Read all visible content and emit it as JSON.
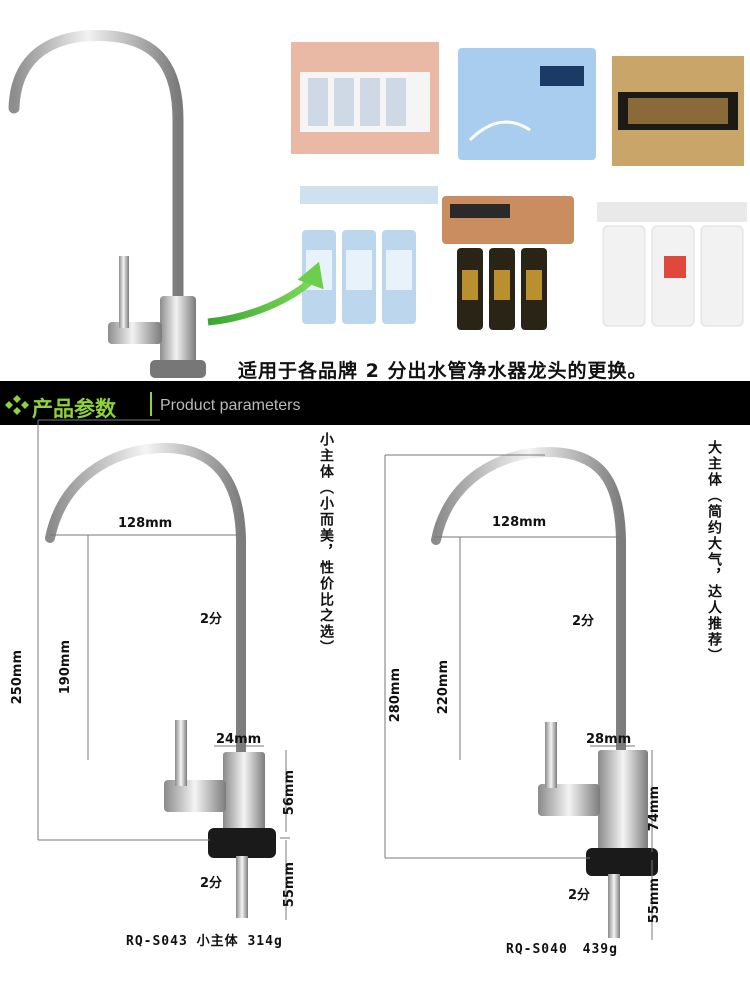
{
  "caption": "适用于各品牌 2 分出水管净水器龙头的更换。",
  "banner": {
    "title": "产品参数",
    "subtitle": "Product parameters",
    "accent": "#8fd13d"
  },
  "small": {
    "title_vertical": "小主体（小而美，性价比之选）",
    "reach": "128mm",
    "height_total": "250mm",
    "height_spout": "190mm",
    "thread_top": "2分",
    "width_body": "24mm",
    "height_body": "56mm",
    "thread_bottom": "2分",
    "height_shank": "55mm",
    "model": "RQ-S043",
    "name": "小主体",
    "weight": "314g"
  },
  "large": {
    "title_vertical": "大主体（简约大气，达人推荐）",
    "reach": "128mm",
    "height_total": "280mm",
    "height_spout": "220mm",
    "thread_top": "2分",
    "width_body": "28mm",
    "height_body": "74mm",
    "thread_bottom": "2分",
    "height_shank": "55mm",
    "model": "RQ-S040",
    "weight": "439g"
  }
}
